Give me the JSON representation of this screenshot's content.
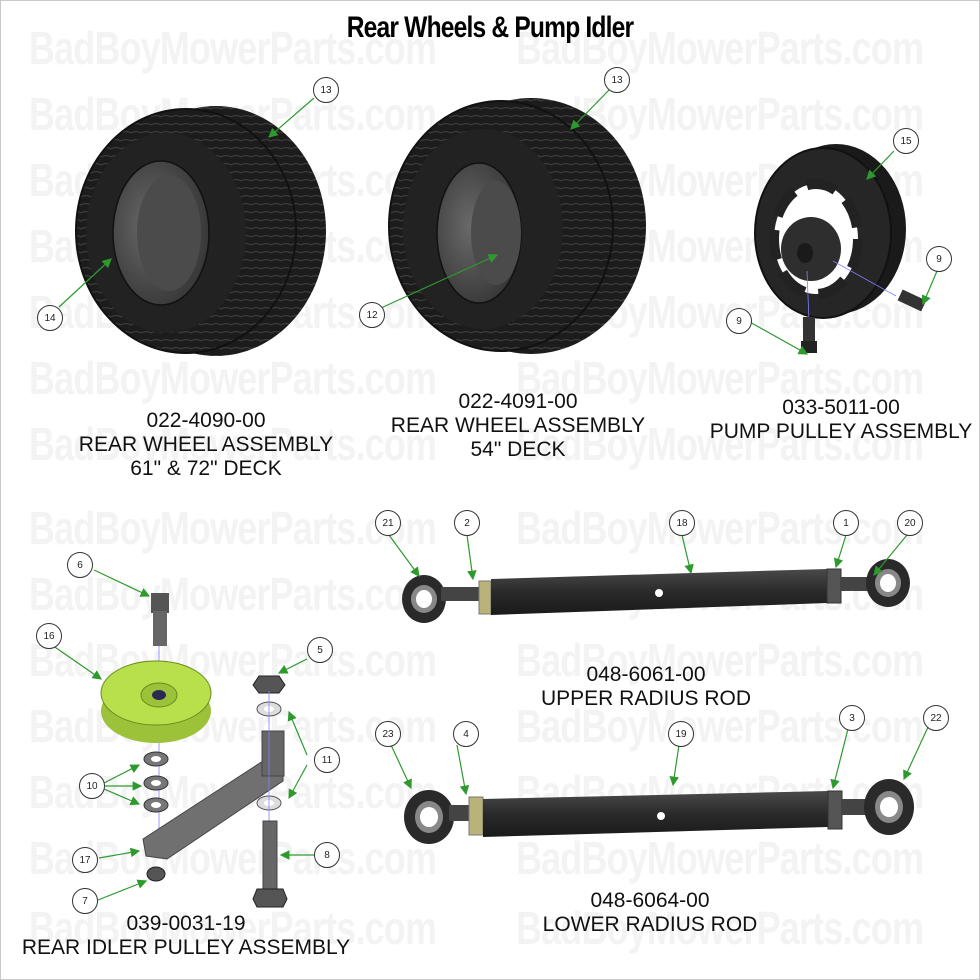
{
  "title": "Rear Wheels & Pump Idler",
  "watermark": "BadBoyMowerParts.com",
  "colors": {
    "leader_line": "#2e9a2e",
    "rubber": "#1e1e1e",
    "rim": "#555555",
    "pulley_green": "#b8e04a",
    "metal": "#6e6e6e",
    "brass_nut": "#b9b37a"
  },
  "assemblies": [
    {
      "part_number": "022-4090-00",
      "name": "REAR WHEEL ASSEMBLY",
      "note": "61\" & 72\" DECK",
      "callouts": [
        "13",
        "14"
      ]
    },
    {
      "part_number": "022-4091-00",
      "name": "REAR WHEEL ASSEMBLY",
      "note": "54\" DECK",
      "callouts": [
        "13",
        "12"
      ]
    },
    {
      "part_number": "033-5011-00",
      "name": "PUMP PULLEY ASSEMBLY",
      "callouts": [
        "15",
        "9",
        "9"
      ]
    },
    {
      "part_number": "039-0031-19",
      "name": "REAR IDLER PULLEY ASSEMBLY",
      "callouts": [
        "6",
        "16",
        "5",
        "11",
        "10",
        "17",
        "8",
        "7"
      ]
    },
    {
      "part_number": "048-6061-00",
      "name": "UPPER RADIUS ROD",
      "callouts": [
        "21",
        "2",
        "18",
        "1",
        "20"
      ]
    },
    {
      "part_number": "048-6064-00",
      "name": "LOWER RADIUS ROD",
      "callouts": [
        "23",
        "4",
        "19",
        "3",
        "22"
      ]
    }
  ]
}
